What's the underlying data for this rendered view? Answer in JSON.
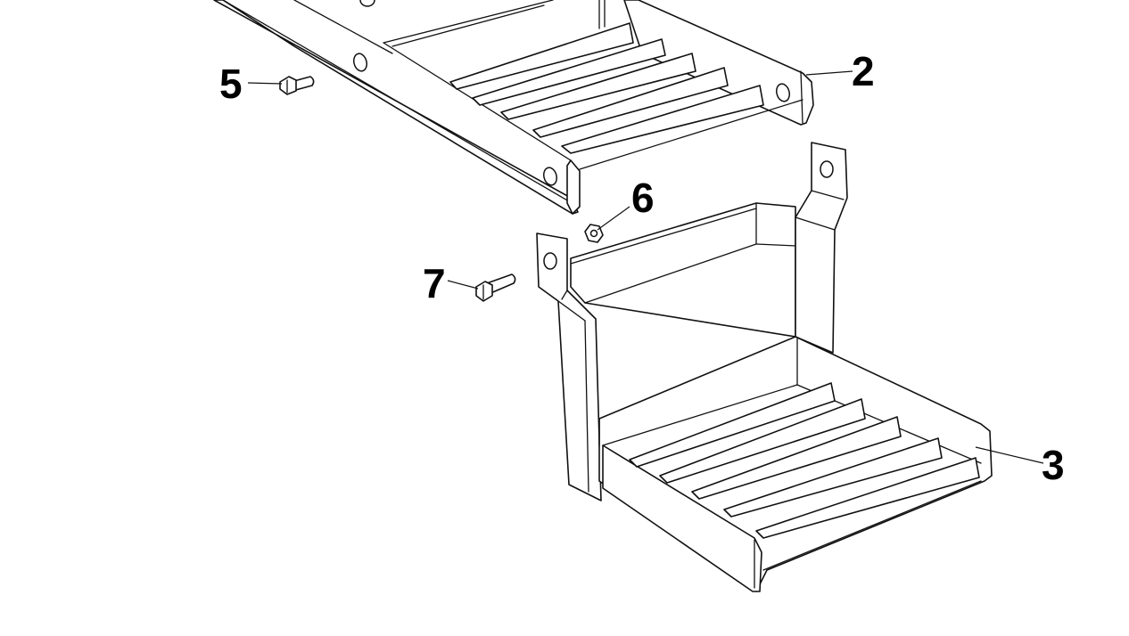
{
  "callouts": [
    {
      "id": "c2",
      "label": "2"
    },
    {
      "id": "c3",
      "label": "3"
    },
    {
      "id": "c5",
      "label": "5"
    },
    {
      "id": "c6",
      "label": "6"
    },
    {
      "id": "c7",
      "label": "7"
    }
  ]
}
